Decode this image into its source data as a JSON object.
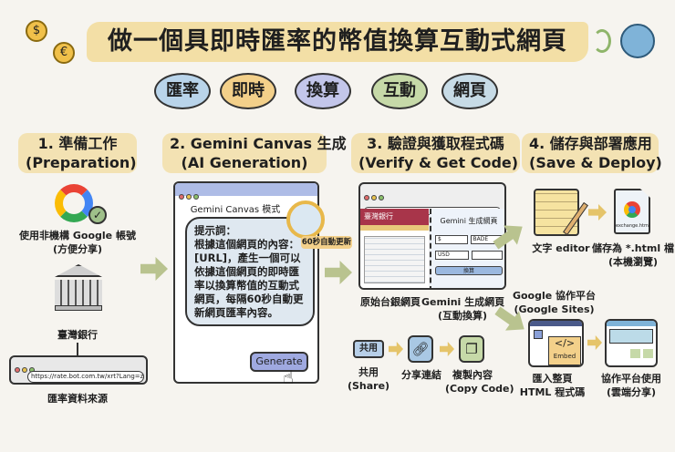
{
  "header": {
    "title": "做一個具即時匯率的幣值換算互動式網頁",
    "icons": [
      "currency-exchange-icon",
      "globe-sync-icon"
    ]
  },
  "tags": [
    {
      "label": "匯率",
      "color": "#b9d4ea"
    },
    {
      "label": "即時",
      "color": "#f3d08a"
    },
    {
      "label": "換算",
      "color": "#c3c6ea"
    },
    {
      "label": "互動",
      "color": "#c6d9a8"
    },
    {
      "label": "網頁",
      "color": "#c7dbe6"
    }
  ],
  "steps": [
    {
      "title": "1. 準備工作",
      "subtitle": "(Preparation)"
    },
    {
      "title": "2. Gemini Canvas 生成",
      "subtitle": "(AI Generation)"
    },
    {
      "title": "3. 驗證與獲取程式碼",
      "subtitle": "(Verify & Get Code)"
    },
    {
      "title": "4. 儲存與部署應用",
      "subtitle": "(Save & Deploy)"
    }
  ],
  "step1": {
    "account_line1": "使用非機構 Google 帳號",
    "account_line2": "(方便分享)",
    "bank": "臺灣銀行",
    "url": "https://rate.bot.com.tw/xrt?Lang=zh-TW",
    "source": "匯率資料來源"
  },
  "step2": {
    "window_title": "Gemini Canvas 模式",
    "prompt_label": "提示詞：",
    "prompt": "根據這個網頁的內容：[URL]，產生一個可以依據這個網頁的即時匯率以換算幣值的互動式網頁，每隔60秒自動更新網頁匯率內容。",
    "auto_update": "60秒自動更新",
    "generate": "Generate"
  },
  "step3": {
    "bank_logo": "臺灣銀行",
    "panel_title": "Gemini 生成網頁",
    "currency_from": "$",
    "currency_to": "BADE",
    "currency_usd": "USD",
    "convert": "換算",
    "original_label": "原始台銀網頁",
    "gemini_label": "Gemini 生成網頁",
    "gemini_sub": "(互動換算)",
    "share_btn": "共用",
    "share_label": "共用",
    "share_sub": "(Share)",
    "link_label": "分享連結",
    "copy_label": "複製內容",
    "copy_sub": "(Copy Code)"
  },
  "step4": {
    "editor_label": "文字 editor",
    "file_name": "exchange.html",
    "save_label": "儲存為 *.html 檔",
    "save_sub": "(本機瀏覽)",
    "sites_title": "Google 協作平台",
    "sites_sub": "(Google Sites)",
    "embed": "Embed",
    "import_label": "匯入整頁",
    "import_sub": "HTML 程式碼",
    "use_label": "協作平台使用",
    "use_sub": "(雲端分享)"
  }
}
